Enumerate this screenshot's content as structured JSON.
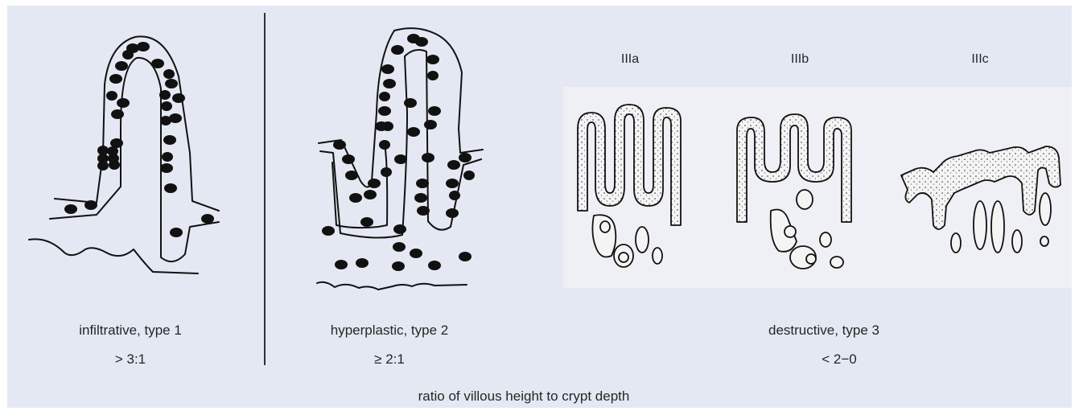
{
  "panels": {
    "type1": {
      "caption": "infiltrative, type 1",
      "ratio": "> 3:1"
    },
    "type2": {
      "caption": "hyperplastic, type 2",
      "ratio": "≥ 2:1"
    },
    "type3": {
      "caption": "destructive, type 3",
      "ratio": "< 2−0",
      "subtypes": [
        "IIIa",
        "IIIb",
        "IIIc"
      ]
    }
  },
  "footer": "ratio of villous height to crypt depth",
  "colors": {
    "background": "#e4e8f2",
    "ink": "#111111",
    "tissue_fill": "#f2f2f2"
  }
}
